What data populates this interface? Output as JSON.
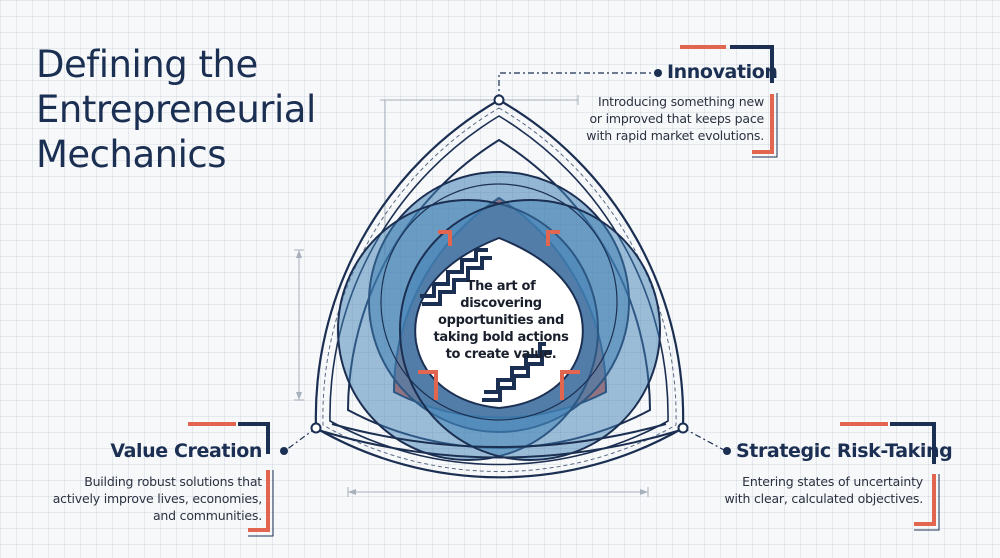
{
  "title": {
    "lines": [
      "Defining the",
      "Entrepreneurial",
      "Mechanics"
    ]
  },
  "center": {
    "lines": [
      "The art of",
      "discovering",
      "opportunities and",
      "taking bold actions",
      "to create value."
    ]
  },
  "pillars": [
    {
      "name": "Innovation",
      "description": [
        "Introducing something new",
        "or improved that keeps pace",
        "with rapid market evolutions."
      ]
    },
    {
      "name": "Value Creation",
      "description": [
        "Building robust solutions that",
        "actively improve lives, economies,",
        "and communities."
      ]
    },
    {
      "name": "Strategic Risk-Taking",
      "description": [
        "Entering states of uncertainty",
        "with clear, calculated objectives."
      ]
    }
  ],
  "colors": {
    "navy": "#1b2f52",
    "blue": "#3f7fb3",
    "orange": "#e2664f",
    "background": "#f7f8fa"
  }
}
